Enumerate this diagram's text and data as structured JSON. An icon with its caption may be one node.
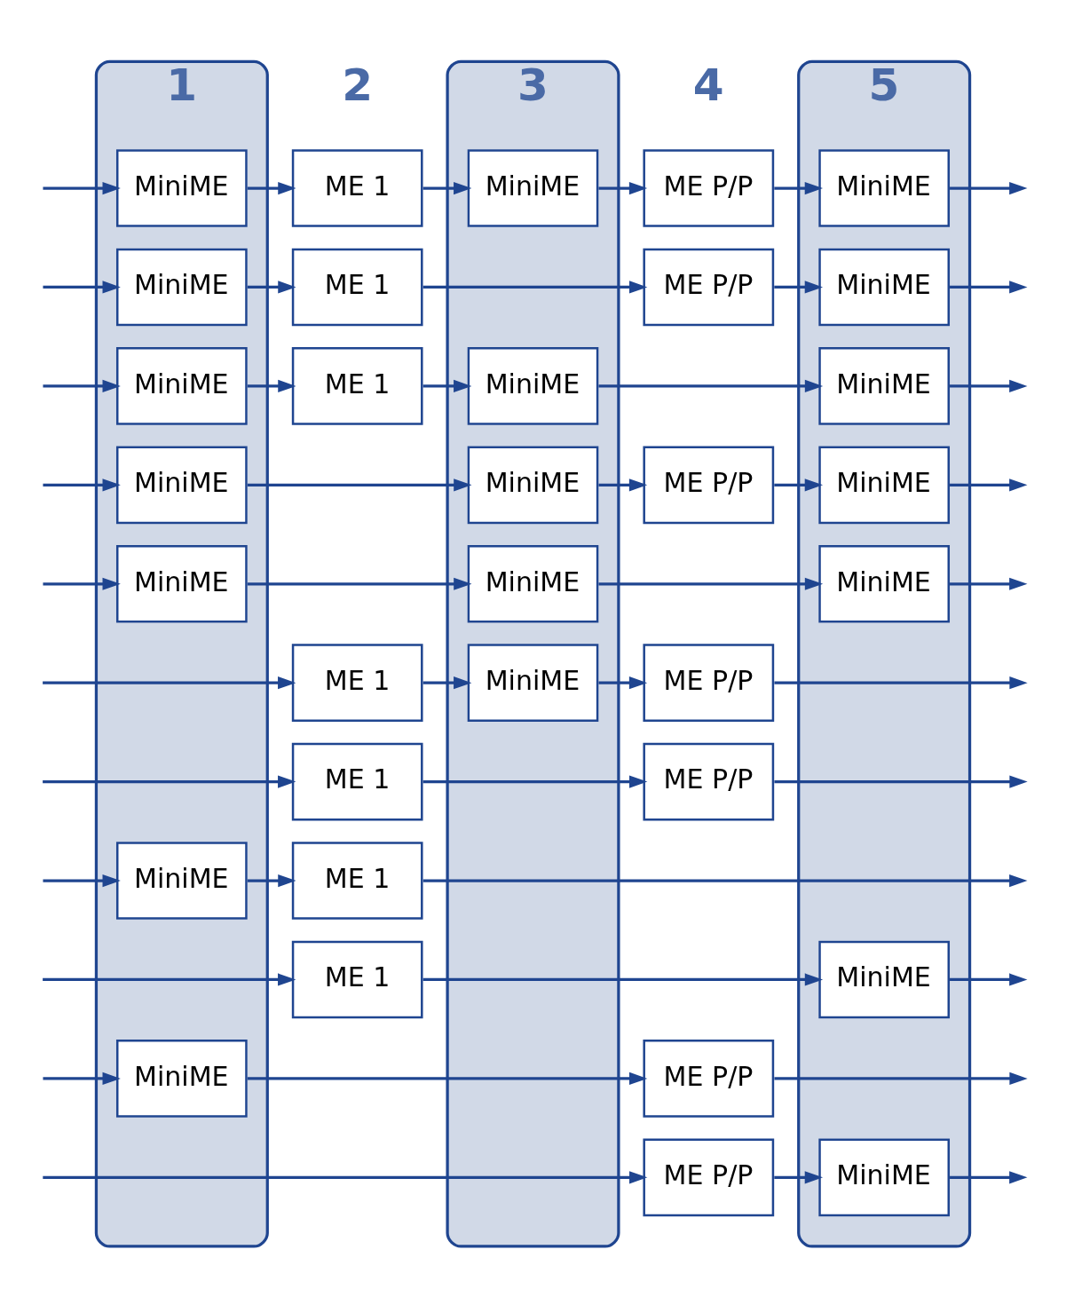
{
  "diagram": {
    "nodes": [
      {
        "text": [
          "1"
        ]
      },
      {
        "text": [
          "3"
        ]
      },
      {
        "text": [
          "5"
        ]
      },
      {
        "text": [
          "MiniME"
        ],
        "in": 0
      },
      {
        "text": [
          "ME 1"
        ]
      },
      {
        "text": [
          "MiniME"
        ],
        "in": 1
      },
      {
        "text": [
          "ME P/P"
        ]
      },
      {
        "text": [
          "MiniME"
        ],
        "in": 2
      },
      {
        "text": [
          "MiniME"
        ],
        "in": 0
      },
      {
        "text": [
          "ME 1"
        ]
      },
      {
        "text": [
          "ME P/P"
        ]
      },
      {
        "text": [
          "MiniME"
        ],
        "in": 2
      },
      {
        "text": [
          "MiniME"
        ],
        "in": 0
      },
      {
        "text": [
          "ME 1"
        ]
      },
      {
        "text": [
          "MiniME"
        ],
        "in": 1
      },
      {
        "text": [
          "MiniME"
        ],
        "in": 2
      },
      {
        "text": [
          "MiniME"
        ],
        "in": 0
      },
      {
        "text": [
          "MiniME"
        ],
        "in": 1
      },
      {
        "text": [
          "ME P/P"
        ]
      },
      {
        "text": [
          "MiniME"
        ],
        "in": 2
      },
      {
        "text": [
          "MiniME"
        ],
        "in": 0
      },
      {
        "text": [
          "MiniME"
        ],
        "in": 1
      },
      {
        "text": [
          "MiniME"
        ],
        "in": 2
      },
      {
        "text": [
          "ME 1"
        ]
      },
      {
        "text": [
          "MiniME"
        ],
        "in": 1
      },
      {
        "text": [
          "ME P/P"
        ]
      },
      {
        "text": [
          "ME 1"
        ]
      },
      {
        "text": [
          "ME P/P"
        ]
      },
      {
        "text": [
          "MiniME"
        ],
        "in": 0
      },
      {
        "text": [
          "ME 1"
        ]
      },
      {
        "text": [
          "ME 1"
        ]
      },
      {
        "text": [
          "MiniME"
        ],
        "in": 2
      },
      {
        "text": [
          "MiniME"
        ],
        "in": 0
      },
      {
        "text": [
          "ME P/P"
        ]
      },
      {
        "text": [
          "ME P/P"
        ]
      },
      {
        "text": [
          "MiniME"
        ],
        "in": 2
      }
    ],
    "edges": [
      {
        "from": null,
        "to": 3,
        "arrow": "to"
      },
      {
        "from": 3,
        "to": 4,
        "arrow": "to"
      },
      {
        "from": 4,
        "to": 5,
        "arrow": "to"
      },
      {
        "from": 5,
        "to": 6,
        "arrow": "to"
      },
      {
        "from": 6,
        "to": 7,
        "arrow": "to"
      },
      {
        "from": 7,
        "to": null,
        "arrow": "to"
      },
      {
        "from": null,
        "to": 8,
        "arrow": "to"
      },
      {
        "from": 8,
        "to": 9,
        "arrow": "to"
      },
      {
        "from": 9,
        "to": 10,
        "arrow": "to"
      },
      {
        "from": 10,
        "to": 11,
        "arrow": "to"
      },
      {
        "from": 11,
        "to": null,
        "arrow": "to"
      },
      {
        "from": null,
        "to": 12,
        "arrow": "to"
      },
      {
        "from": 12,
        "to": 13,
        "arrow": "to"
      },
      {
        "from": 13,
        "to": 14,
        "arrow": "to"
      },
      {
        "from": 14,
        "to": 15,
        "arrow": "to"
      },
      {
        "from": 15,
        "to": null,
        "arrow": "to"
      },
      {
        "from": null,
        "to": 16,
        "arrow": "to"
      },
      {
        "from": 16,
        "to": 17,
        "arrow": "to"
      },
      {
        "from": 17,
        "to": 18,
        "arrow": "to"
      },
      {
        "from": 18,
        "to": 19,
        "arrow": "to"
      },
      {
        "from": 19,
        "to": null,
        "arrow": "to"
      },
      {
        "from": null,
        "to": 20,
        "arrow": "to"
      },
      {
        "from": 20,
        "to": 21,
        "arrow": "to"
      },
      {
        "from": 21,
        "to": 22,
        "arrow": "to"
      },
      {
        "from": 22,
        "to": null,
        "arrow": "to"
      },
      {
        "from": null,
        "to": 23,
        "arrow": "to"
      },
      {
        "from": 23,
        "to": 24,
        "arrow": "to"
      },
      {
        "from": 24,
        "to": 25,
        "arrow": "to"
      },
      {
        "from": 25,
        "to": null,
        "arrow": "to"
      },
      {
        "from": null,
        "to": 26,
        "arrow": "to"
      },
      {
        "from": 26,
        "to": 27,
        "arrow": "to"
      },
      {
        "from": 27,
        "to": null,
        "arrow": "to"
      },
      {
        "from": null,
        "to": 28,
        "arrow": "to"
      },
      {
        "from": 28,
        "to": 29,
        "arrow": "to"
      },
      {
        "from": 29,
        "to": null,
        "arrow": "to"
      },
      {
        "from": null,
        "to": 30,
        "arrow": "to"
      },
      {
        "from": 30,
        "to": 31,
        "arrow": "to"
      },
      {
        "from": 31,
        "to": null,
        "arrow": "to"
      },
      {
        "from": null,
        "to": 32,
        "arrow": "to"
      },
      {
        "from": 32,
        "to": 33,
        "arrow": "to"
      },
      {
        "from": 33,
        "to": null,
        "arrow": "to"
      },
      {
        "from": null,
        "to": 34,
        "arrow": "to"
      },
      {
        "from": 34,
        "to": 35,
        "arrow": "to"
      },
      {
        "from": 35,
        "to": null,
        "arrow": "to"
      }
    ],
    "labels": [
      "2",
      "4"
    ]
  }
}
